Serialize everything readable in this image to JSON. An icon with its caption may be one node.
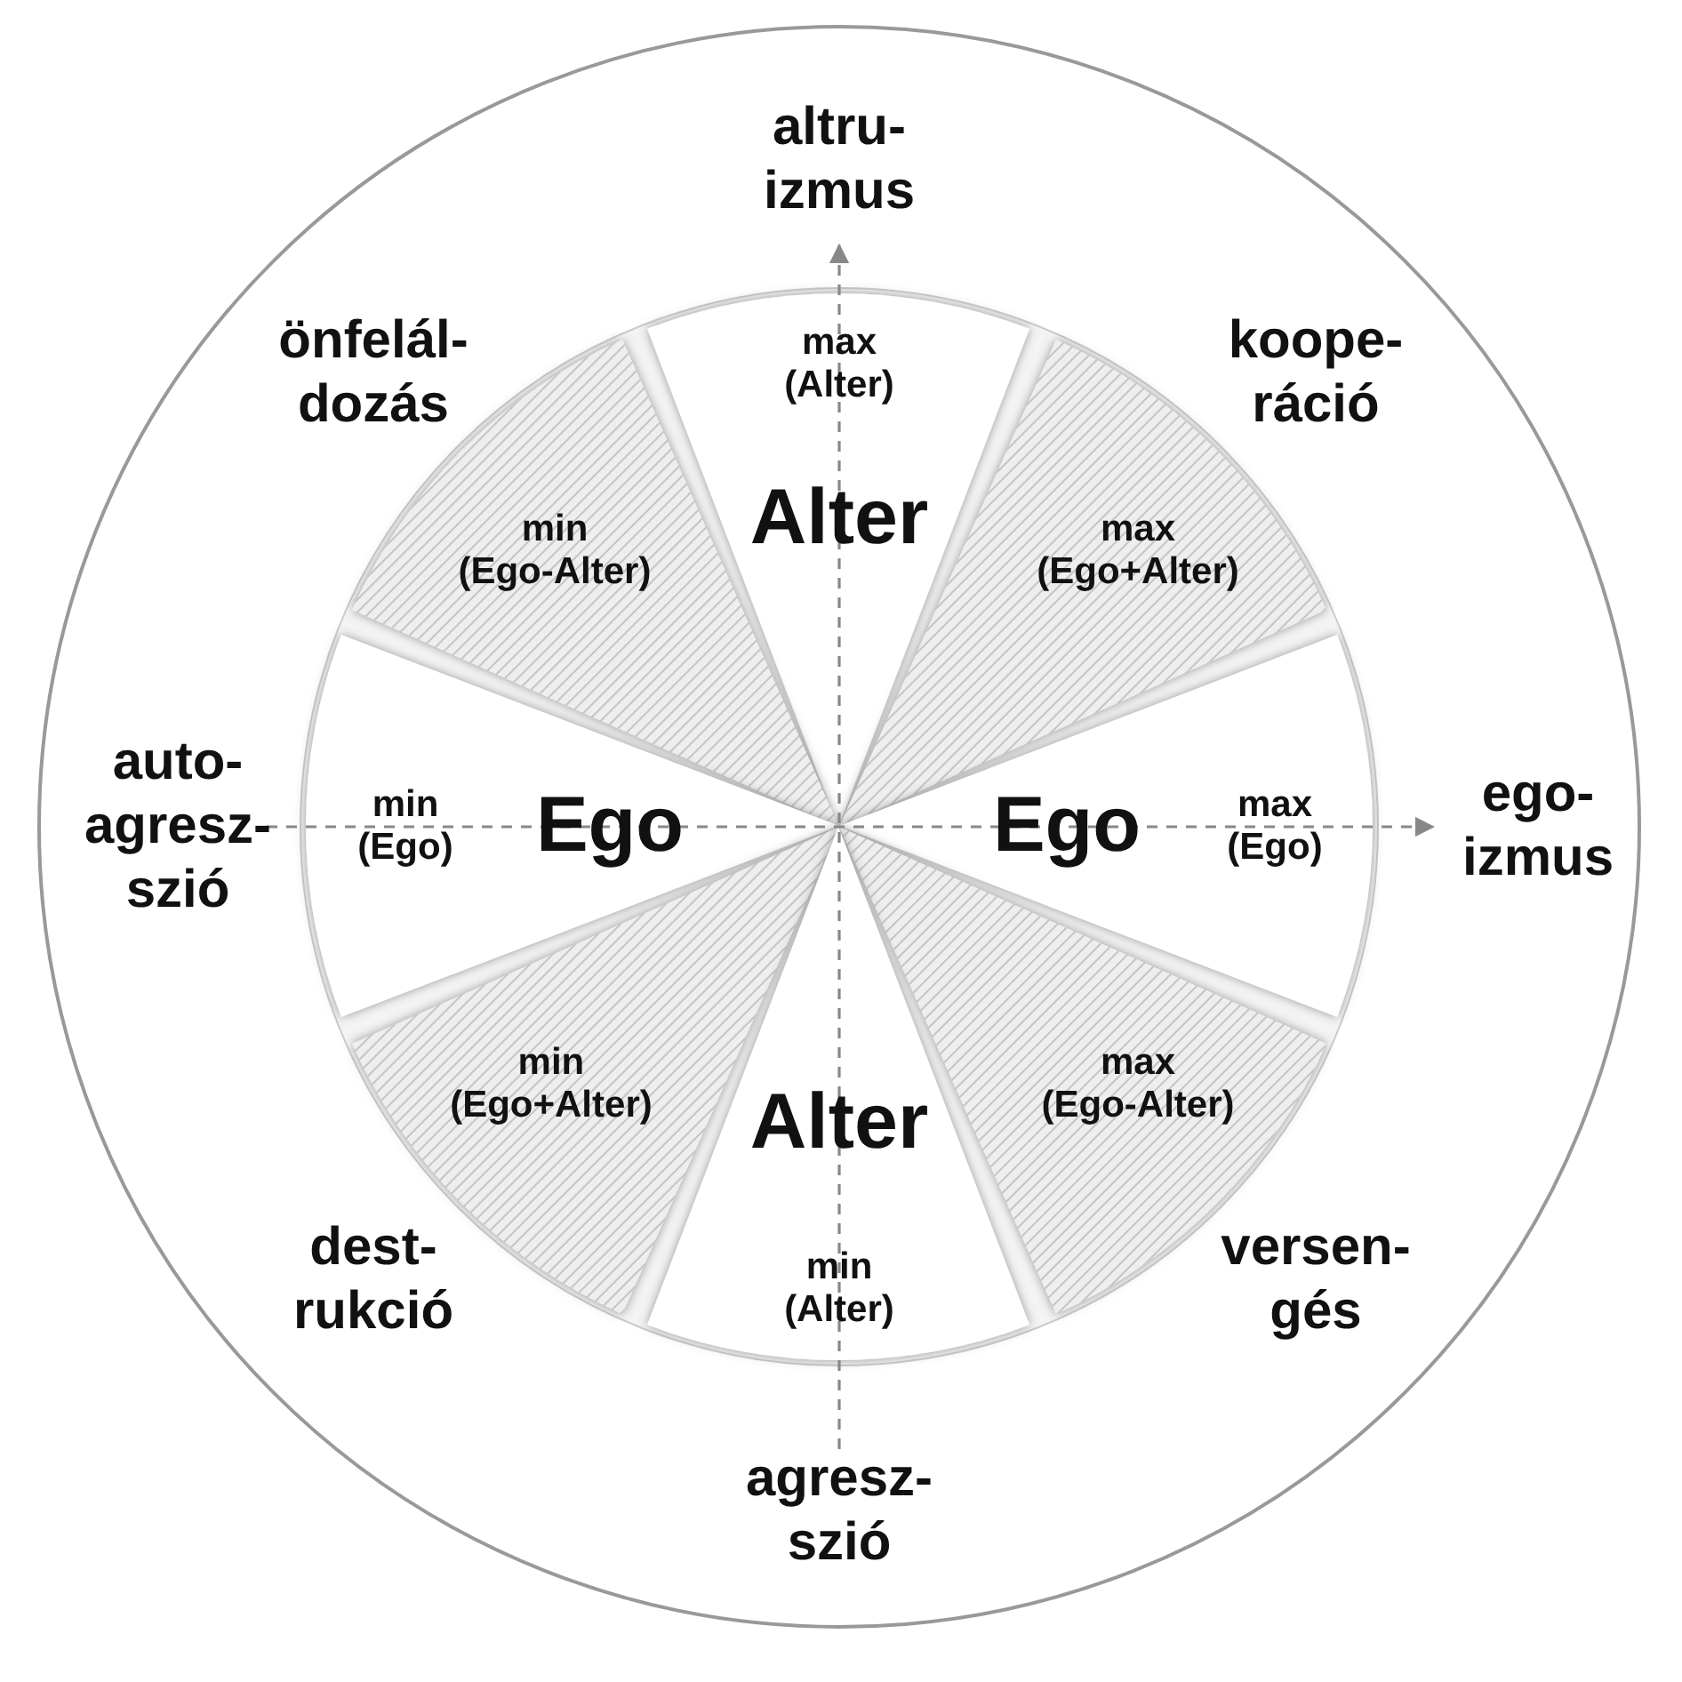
{
  "diagram": {
    "nodes": [
      {
        "text": [
          "max (Alter)",
          "Alter"
        ]
      },
      {
        "text": [
          "min (Ego-Alter)"
        ]
      },
      {
        "text": [
          "max (Ego+Alter)"
        ]
      },
      {
        "text": [
          "min (Ego)",
          "Ego"
        ]
      },
      {
        "text": [
          "Ego",
          "max (Ego)"
        ]
      },
      {
        "text": [
          "min (Ego+Alter)"
        ]
      },
      {
        "text": [
          "max (Ego-Alter)"
        ]
      },
      {
        "text": [
          "Alter",
          "min (Alter)"
        ]
      }
    ],
    "edges": [],
    "labels": [
      "altru- izmus",
      "önfelál- dozás",
      "koope- ráció",
      "auto- agresz- szió",
      "ego- izmus",
      "dest- rukció",
      "versen- gés",
      "agresz- szió"
    ]
  }
}
